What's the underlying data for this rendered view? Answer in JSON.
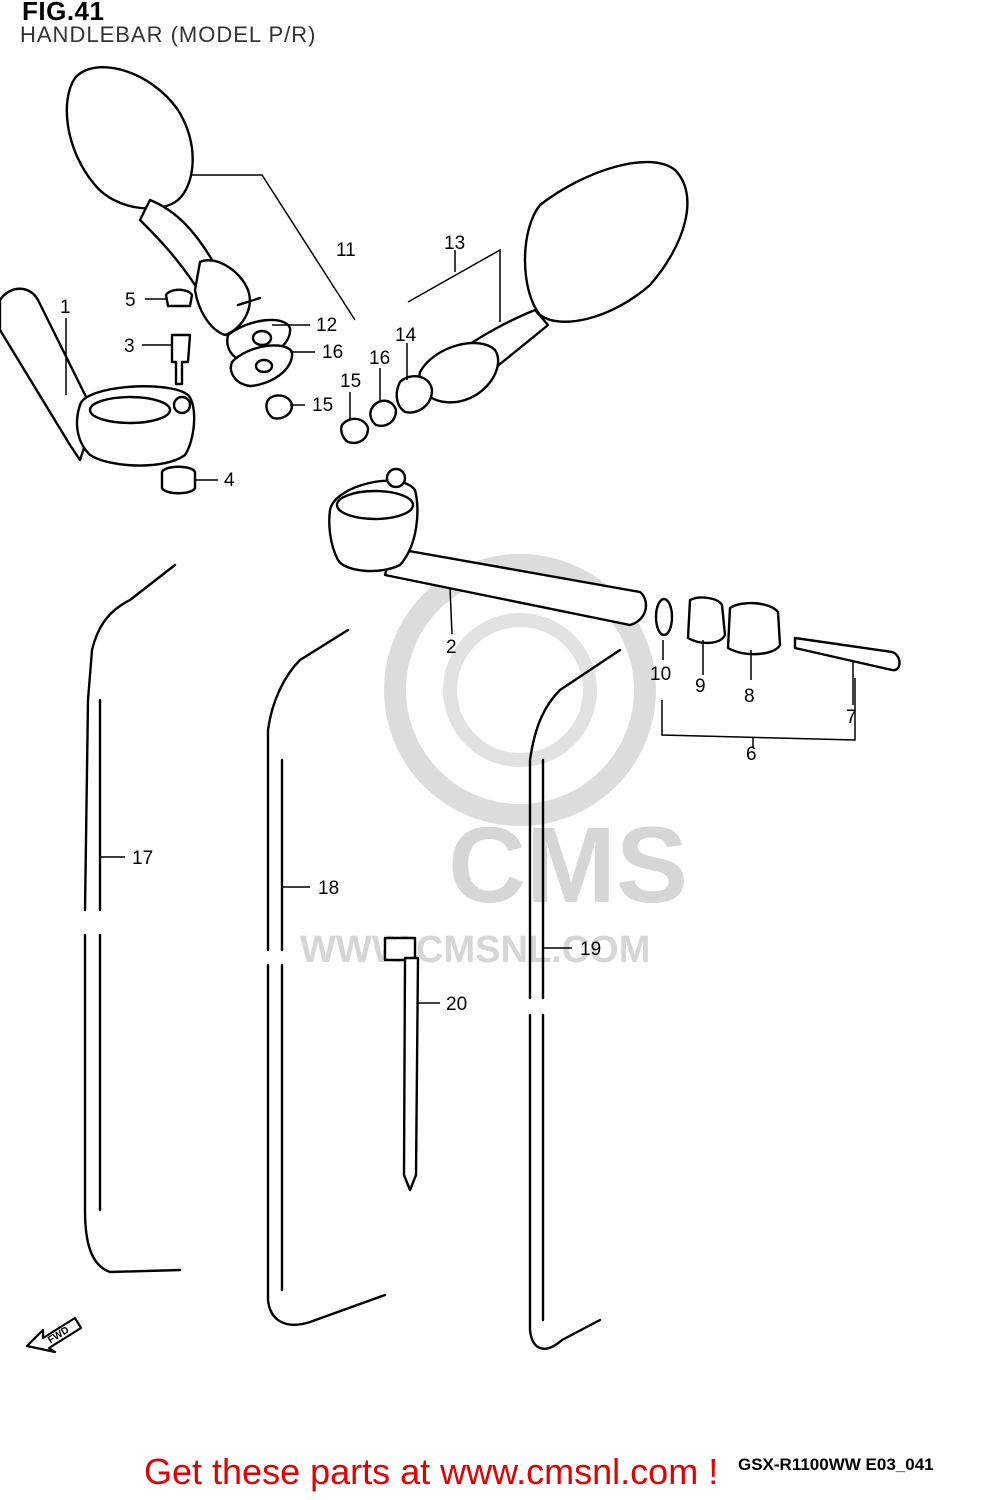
{
  "figure": {
    "title": "FIG.41",
    "subtitle": "HANDLEBAR (MODEL P/R)"
  },
  "parts": [
    {
      "number": "1"
    },
    {
      "number": "2"
    },
    {
      "number": "3"
    },
    {
      "number": "4"
    },
    {
      "number": "5"
    },
    {
      "number": "6"
    },
    {
      "number": "7"
    },
    {
      "number": "8"
    },
    {
      "number": "9"
    },
    {
      "number": "10"
    },
    {
      "number": "11"
    },
    {
      "number": "12"
    },
    {
      "number": "13"
    },
    {
      "number": "14"
    },
    {
      "number": "15"
    },
    {
      "number": "15"
    },
    {
      "number": "16"
    },
    {
      "number": "16"
    },
    {
      "number": "17"
    },
    {
      "number": "18"
    },
    {
      "number": "19"
    },
    {
      "number": "20"
    }
  ],
  "watermark": {
    "brand": "CMS",
    "url": "WWW.CMSNL.COM"
  },
  "fwd_label": "FWD",
  "model_code": "GSX-R1100WW E03_041",
  "cta": "Get these parts at www.cmsnl.com !",
  "colors": {
    "line": "#000000",
    "watermark": "#d6d6d6",
    "cta": "#e30000"
  }
}
